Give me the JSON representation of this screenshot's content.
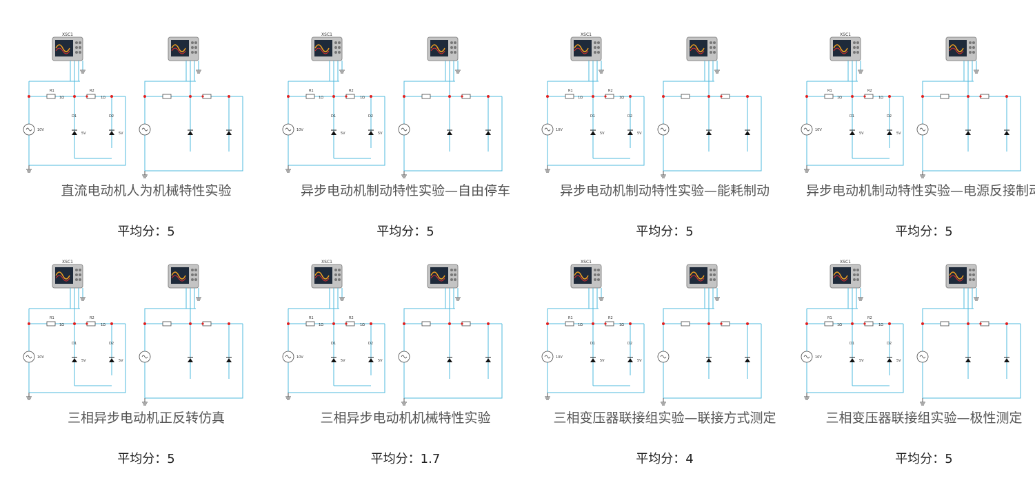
{
  "schematic": {
    "scope_label": "XSC1",
    "r1_label": "R1",
    "r2_label": "R2",
    "res_value": "1Ω",
    "d1_label": "D1",
    "d2_label": "D2",
    "diode_value": "5V",
    "source_value": "10V"
  },
  "score_prefix": "平均分：",
  "experiments": [
    {
      "title": "直流电动机人为机械特性实验",
      "score": "5"
    },
    {
      "title": "异步电动机制动特性实验—自由停车",
      "score": "5"
    },
    {
      "title": "异步电动机制动特性实验—能耗制动",
      "score": "5"
    },
    {
      "title": "异步电动机制动特性实验—电源反接制动",
      "score": "5"
    },
    {
      "title": "三相异步电动机正反转仿真",
      "score": "5"
    },
    {
      "title": "三相异步电动机机械特性实验",
      "score": "1.7"
    },
    {
      "title": "三相变压器联接组实验—联接方式测定",
      "score": "4"
    },
    {
      "title": "三相变压器联接组实验—极性测定",
      "score": "5"
    }
  ]
}
